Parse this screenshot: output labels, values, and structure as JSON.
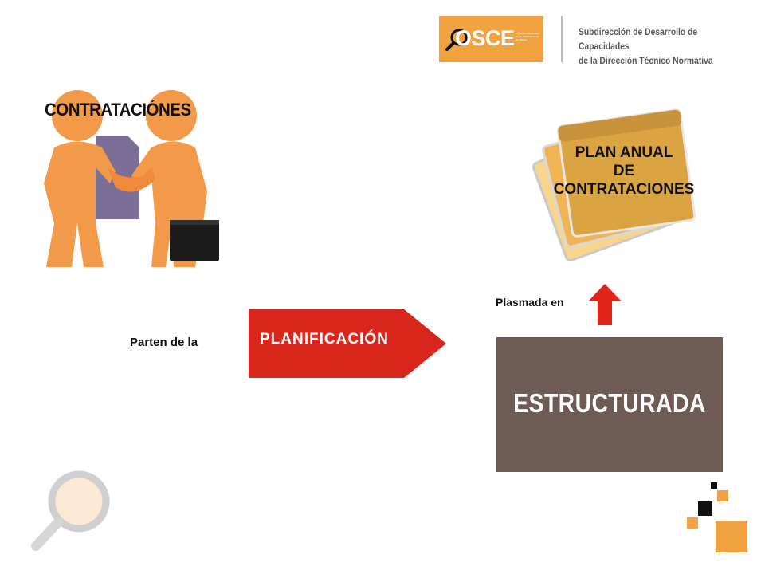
{
  "header": {
    "logo_text": "OSCE",
    "logo_subtext": "Organismo Supervisor de las Contrataciones del Estado",
    "line1": "Subdirección de Desarrollo de Capacidades",
    "line2": "de la Dirección Técnico Normativa"
  },
  "diagram": {
    "contrataciones": "CONTRATACIÓNES",
    "parten": "Parten de la",
    "planificacion": "PLANIFICACIÓN",
    "plasmada": "Plasmada en",
    "estructurada": "ESTRUCTURADA",
    "plan_line1": "PLAN ANUAL",
    "plan_line2": "DE",
    "plan_line3": "CONTRATACIONES"
  },
  "colors": {
    "accent_orange": "#f2a341",
    "arrow_red": "#d9261c",
    "box_brown": "#6e5c54",
    "folder_gold": "#d9a441"
  }
}
